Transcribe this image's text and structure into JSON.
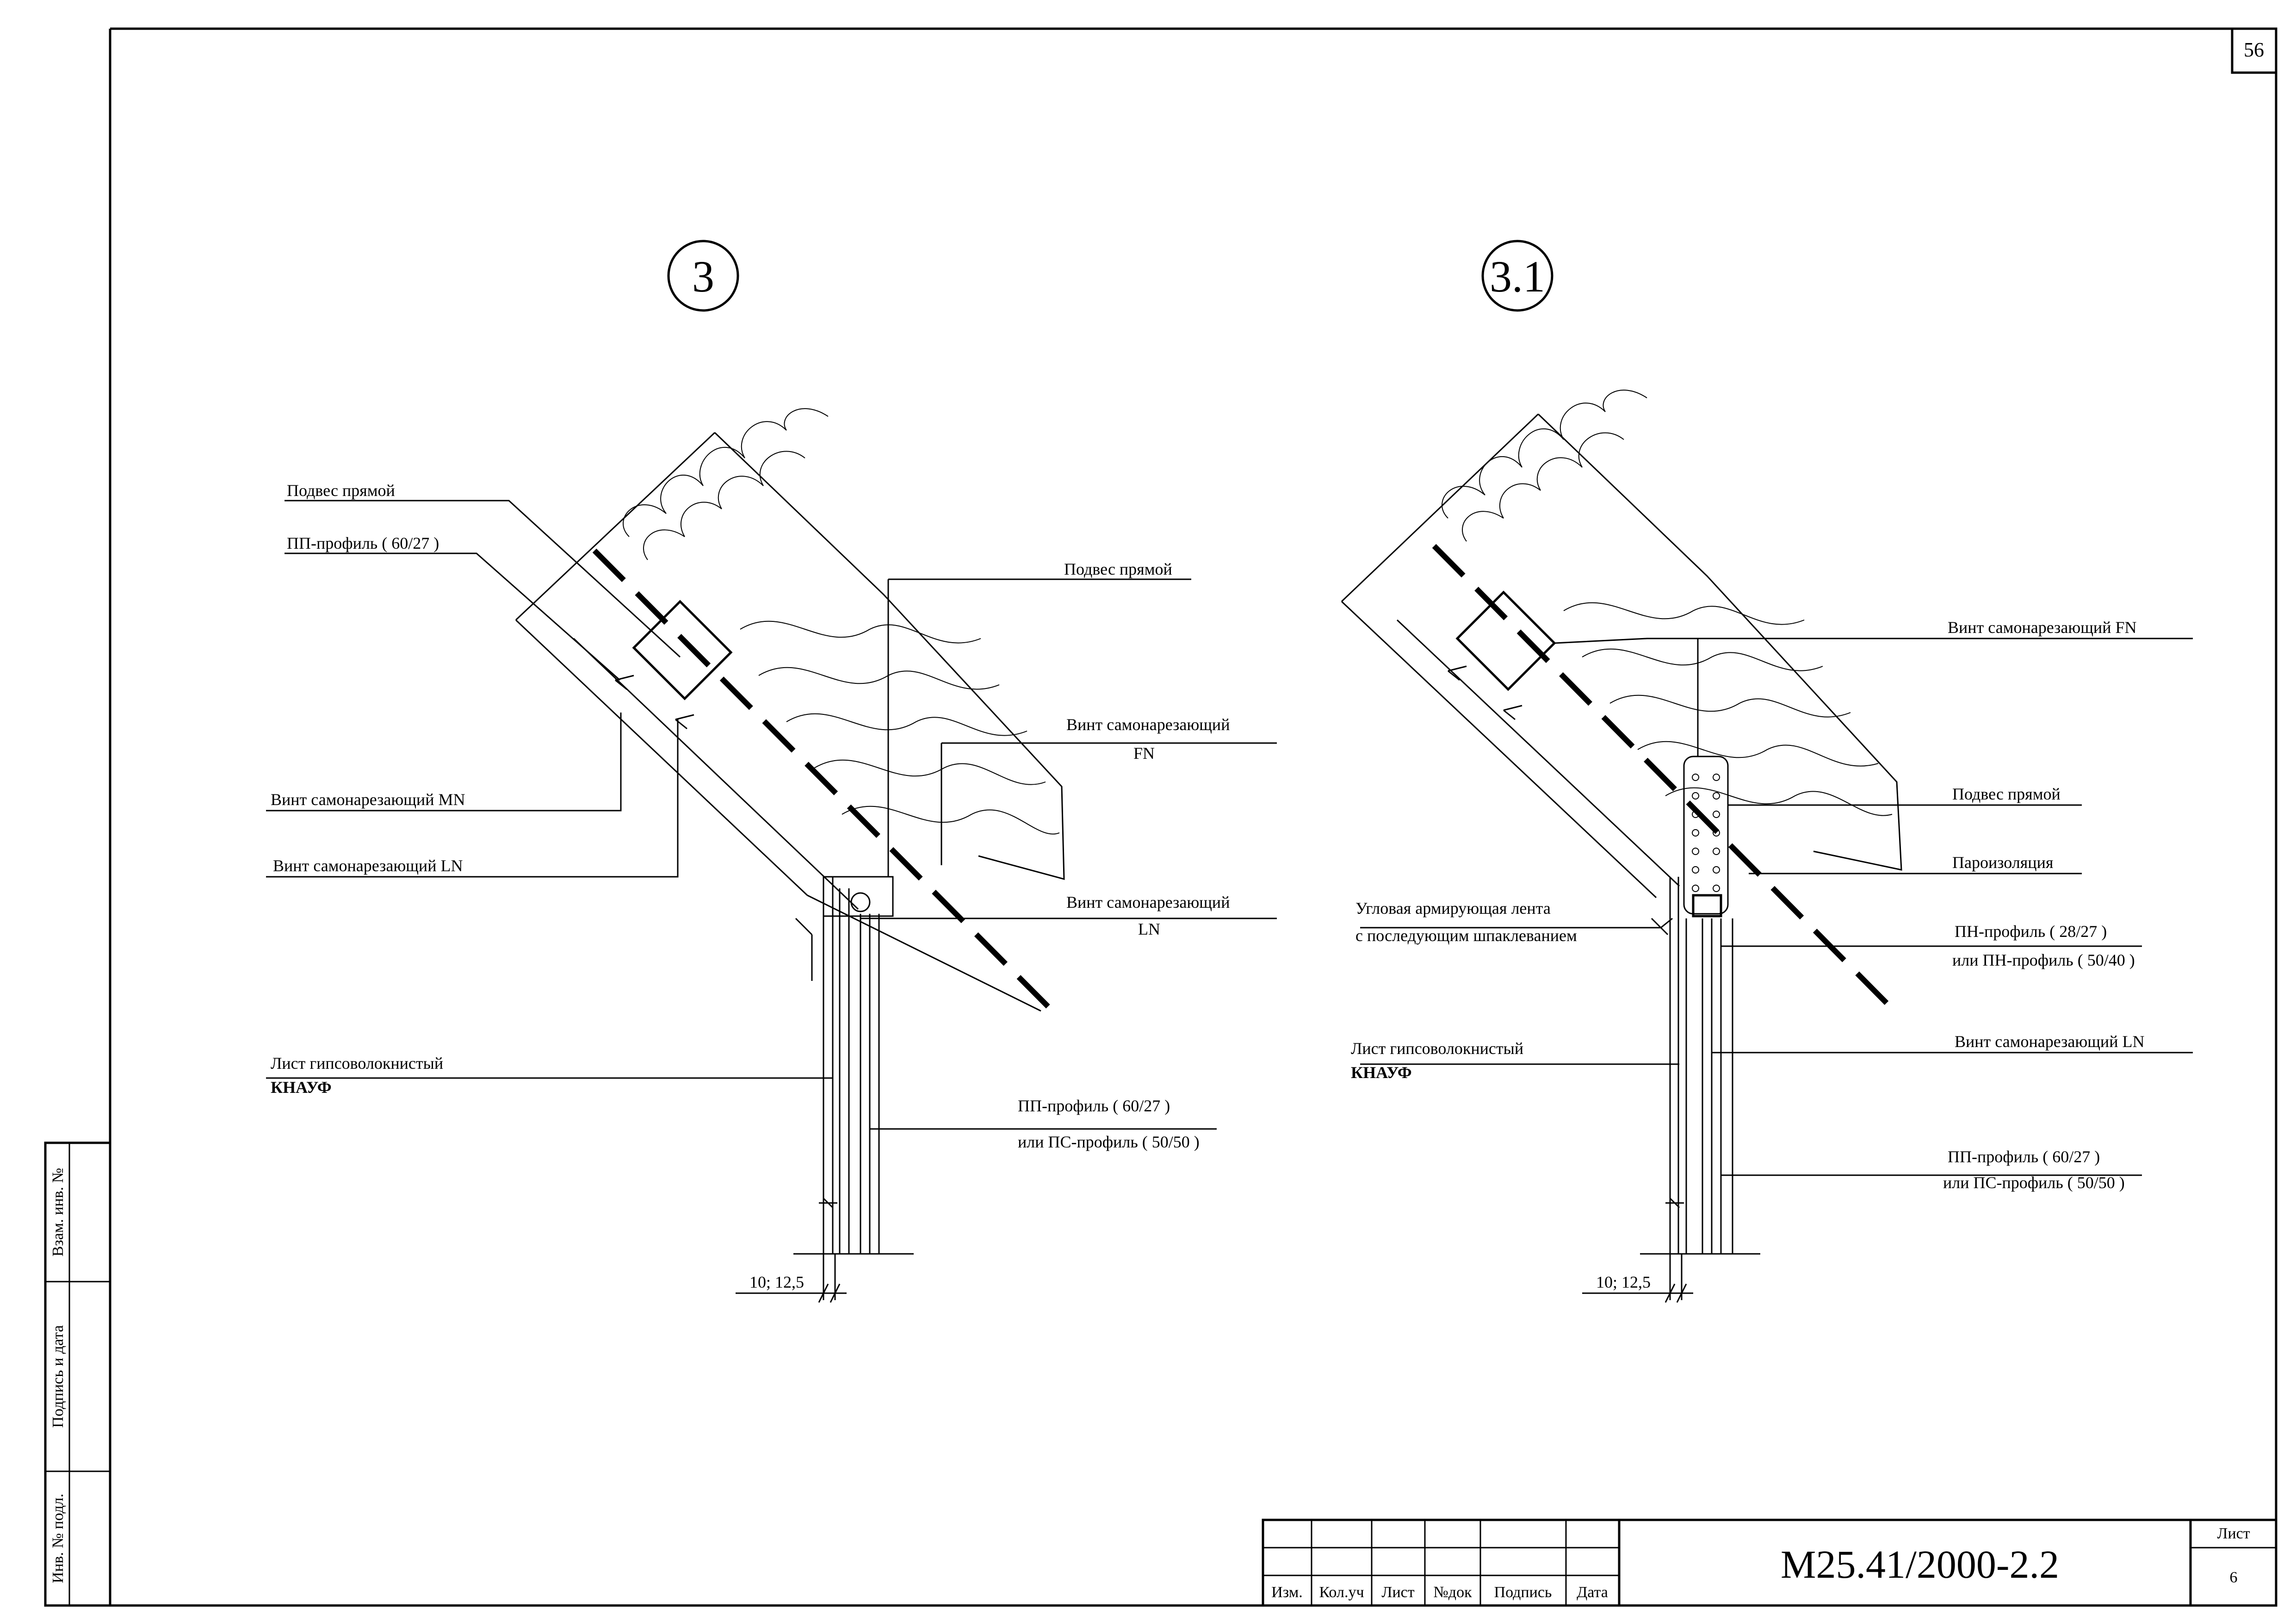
{
  "sheet": {
    "top_number": "56",
    "doc_code": "M25.41/2000-2.2",
    "sheet_label": "Лист",
    "sheet_number": "6"
  },
  "side_stamp": {
    "field1": "Взам. инв. №",
    "field2": "Подпись и дата",
    "field3": "Инв. № подл."
  },
  "title_block": {
    "columns": [
      "Изм.",
      "Кол.уч",
      "Лист",
      "№док",
      "Подпись",
      "Дата"
    ]
  },
  "detail_left": {
    "marker": "3",
    "labels": {
      "hanger_top": "Подвес прямой",
      "pp_profile_top": "ПП-профиль ( 60/27 )",
      "hanger_right": "Подвес прямой",
      "screw_fn_line1": "Винт самонарезающий",
      "screw_fn_line2": "FN",
      "screw_mn": "Винт самонарезающий    MN",
      "screw_ln_left": "Винт самонарезающий    LN",
      "screw_ln_right_line1": "Винт самонарезающий",
      "screw_ln_right_line2": "LN",
      "gypsum_line1": "Лист гипсоволокнистый",
      "gypsum_line2": "КНАУФ",
      "pp_profile_bottom_line1": "ПП-профиль ( 60/27 )",
      "pp_profile_bottom_line2": "или ПС-профиль ( 50/50 )",
      "dimension": "10; 12,5"
    }
  },
  "detail_right": {
    "marker": "3.1",
    "labels": {
      "screw_fn": "Винт самонарезающий    FN",
      "hanger": "Подвес прямой",
      "vapor_barrier": "Пароизоляция",
      "corner_tape_line1": "Угловая армирующая лента",
      "corner_tape_line2": "с последующим шпаклеванием",
      "pn_profile_line1": "ПН-профиль  ( 28/27 )",
      "pn_profile_line2": "или ПН-профиль  ( 50/40 )",
      "screw_ln": "Винт самонарезающий    LN",
      "gypsum_line1": "Лист гипсоволокнистый",
      "gypsum_line2": "КНАУФ",
      "pp_profile_line1": "ПП-профиль ( 60/27 )",
      "pp_profile_line2": "или ПС-профиль ( 50/50 )",
      "dimension": "10; 12,5"
    }
  }
}
